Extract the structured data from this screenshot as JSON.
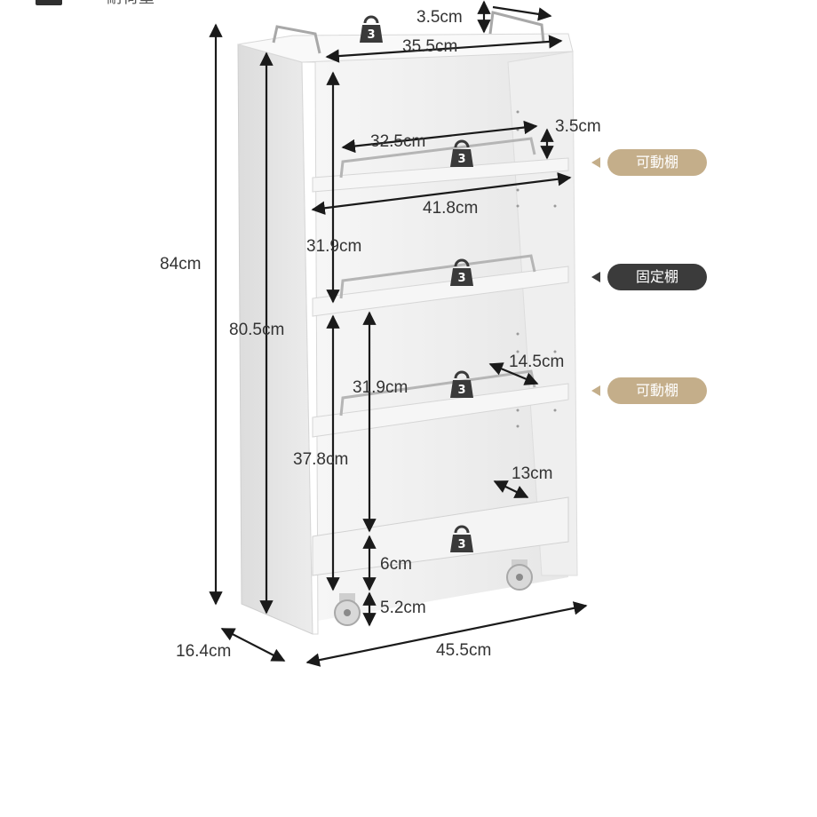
{
  "header_text": "耐荷重",
  "weight_icon_number": "3",
  "dimensions": {
    "top_handle_height": "3.5cm",
    "top_width": "35.5cm",
    "shelf_rail_width": "32.5cm",
    "shelf_rail_height": "3.5cm",
    "inner_width": "41.8cm",
    "total_height": "84cm",
    "body_height": "80.5cm",
    "upper_gap": "31.9cm",
    "middle_gap": "31.9cm",
    "shelf_depth": "14.5cm",
    "lower_height": "37.8cm",
    "bottom_depth": "13cm",
    "bottom_rail": "6cm",
    "caster_height": "5.2cm",
    "total_depth": "16.4cm",
    "total_width": "45.5cm"
  },
  "tags": {
    "movable_1": "可動棚",
    "fixed": "固定棚",
    "movable_2": "可動棚"
  },
  "colors": {
    "movable_tag": "#c4ae8a",
    "fixed_tag": "#3b3b3b",
    "arrow": "#1a1a1a",
    "text": "#333333",
    "cabinet_face": "#f4f4f4",
    "cabinet_side": "#e2e2e2",
    "weight_icon": "#3a3a3a"
  }
}
